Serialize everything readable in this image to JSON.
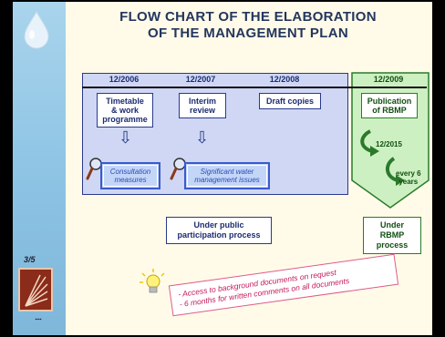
{
  "title": {
    "line1": "FLOW CHART OF THE ELABORATION",
    "line2": "OF THE MANAGEMENT PLAN"
  },
  "dates": [
    "12/2006",
    "12/2007",
    "12/2008",
    "12/2009"
  ],
  "steps": {
    "timetable": [
      "Timetable",
      "& work",
      "programme"
    ],
    "interim": [
      "Interim",
      "review"
    ],
    "draft": "Draft copies",
    "publication": [
      "Publication",
      "of RBMP"
    ]
  },
  "measures": {
    "consultation": [
      "Consultation",
      "measures"
    ],
    "water": [
      "Significant water",
      "management issues"
    ]
  },
  "rbmp": {
    "year": "12/2015",
    "cycle": [
      "every 6",
      "years"
    ]
  },
  "processes": {
    "public": [
      "Under public",
      "participation process"
    ],
    "rbmp": [
      "Under RBMP",
      "process"
    ]
  },
  "note": {
    "line1": "- Access to background documents on request",
    "line2": "- 6 months for written comments on all documents"
  },
  "sidebar": {
    "page": "3/5"
  },
  "colors": {
    "public_phase": "#cfd7f4",
    "rbmp_phase": "#cdf0c2",
    "title": "#23365e",
    "note_text": "#c2185b"
  }
}
